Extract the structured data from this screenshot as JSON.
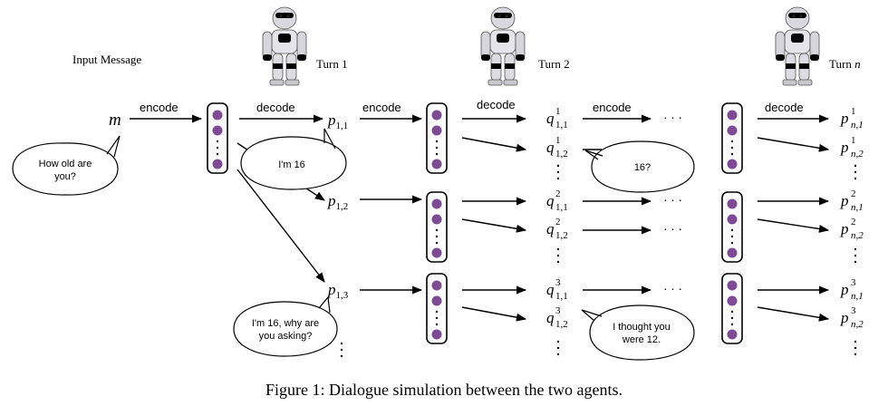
{
  "labels": {
    "input_message": "Input Message",
    "turn1": "Turn 1",
    "turn2": "Turn 2",
    "turn_n_word": "Turn",
    "turn_n_var": "n",
    "encode": "encode",
    "decode": "decode",
    "m": "m",
    "ellipsis": "· · ·"
  },
  "bubbles": {
    "how_old_line1": "How old are",
    "how_old_line2": "you?",
    "im16": "I'm 16",
    "q16": "16?",
    "why_line1": "I'm 16, why are",
    "why_line2": "you asking?",
    "thought_line1": "I thought you",
    "thought_line2": "were 12."
  },
  "math": {
    "p": "p",
    "q": "q",
    "p11_sub": "1,1",
    "p12_sub": "1,2",
    "p13_sub": "1,3",
    "q_sup1": "1",
    "q_sup2": "2",
    "q_sup3": "3",
    "q_sub1": "1,1",
    "q_sub2": "1,2",
    "pn_sub1": "n,1",
    "pn_sub2": "n,2"
  },
  "caption": "Figure 1: Dialogue simulation between the two agents.",
  "colors": {
    "node": "#7e4a94",
    "robot_blue": "#2f4fa8",
    "robot_red": "#b02828"
  }
}
